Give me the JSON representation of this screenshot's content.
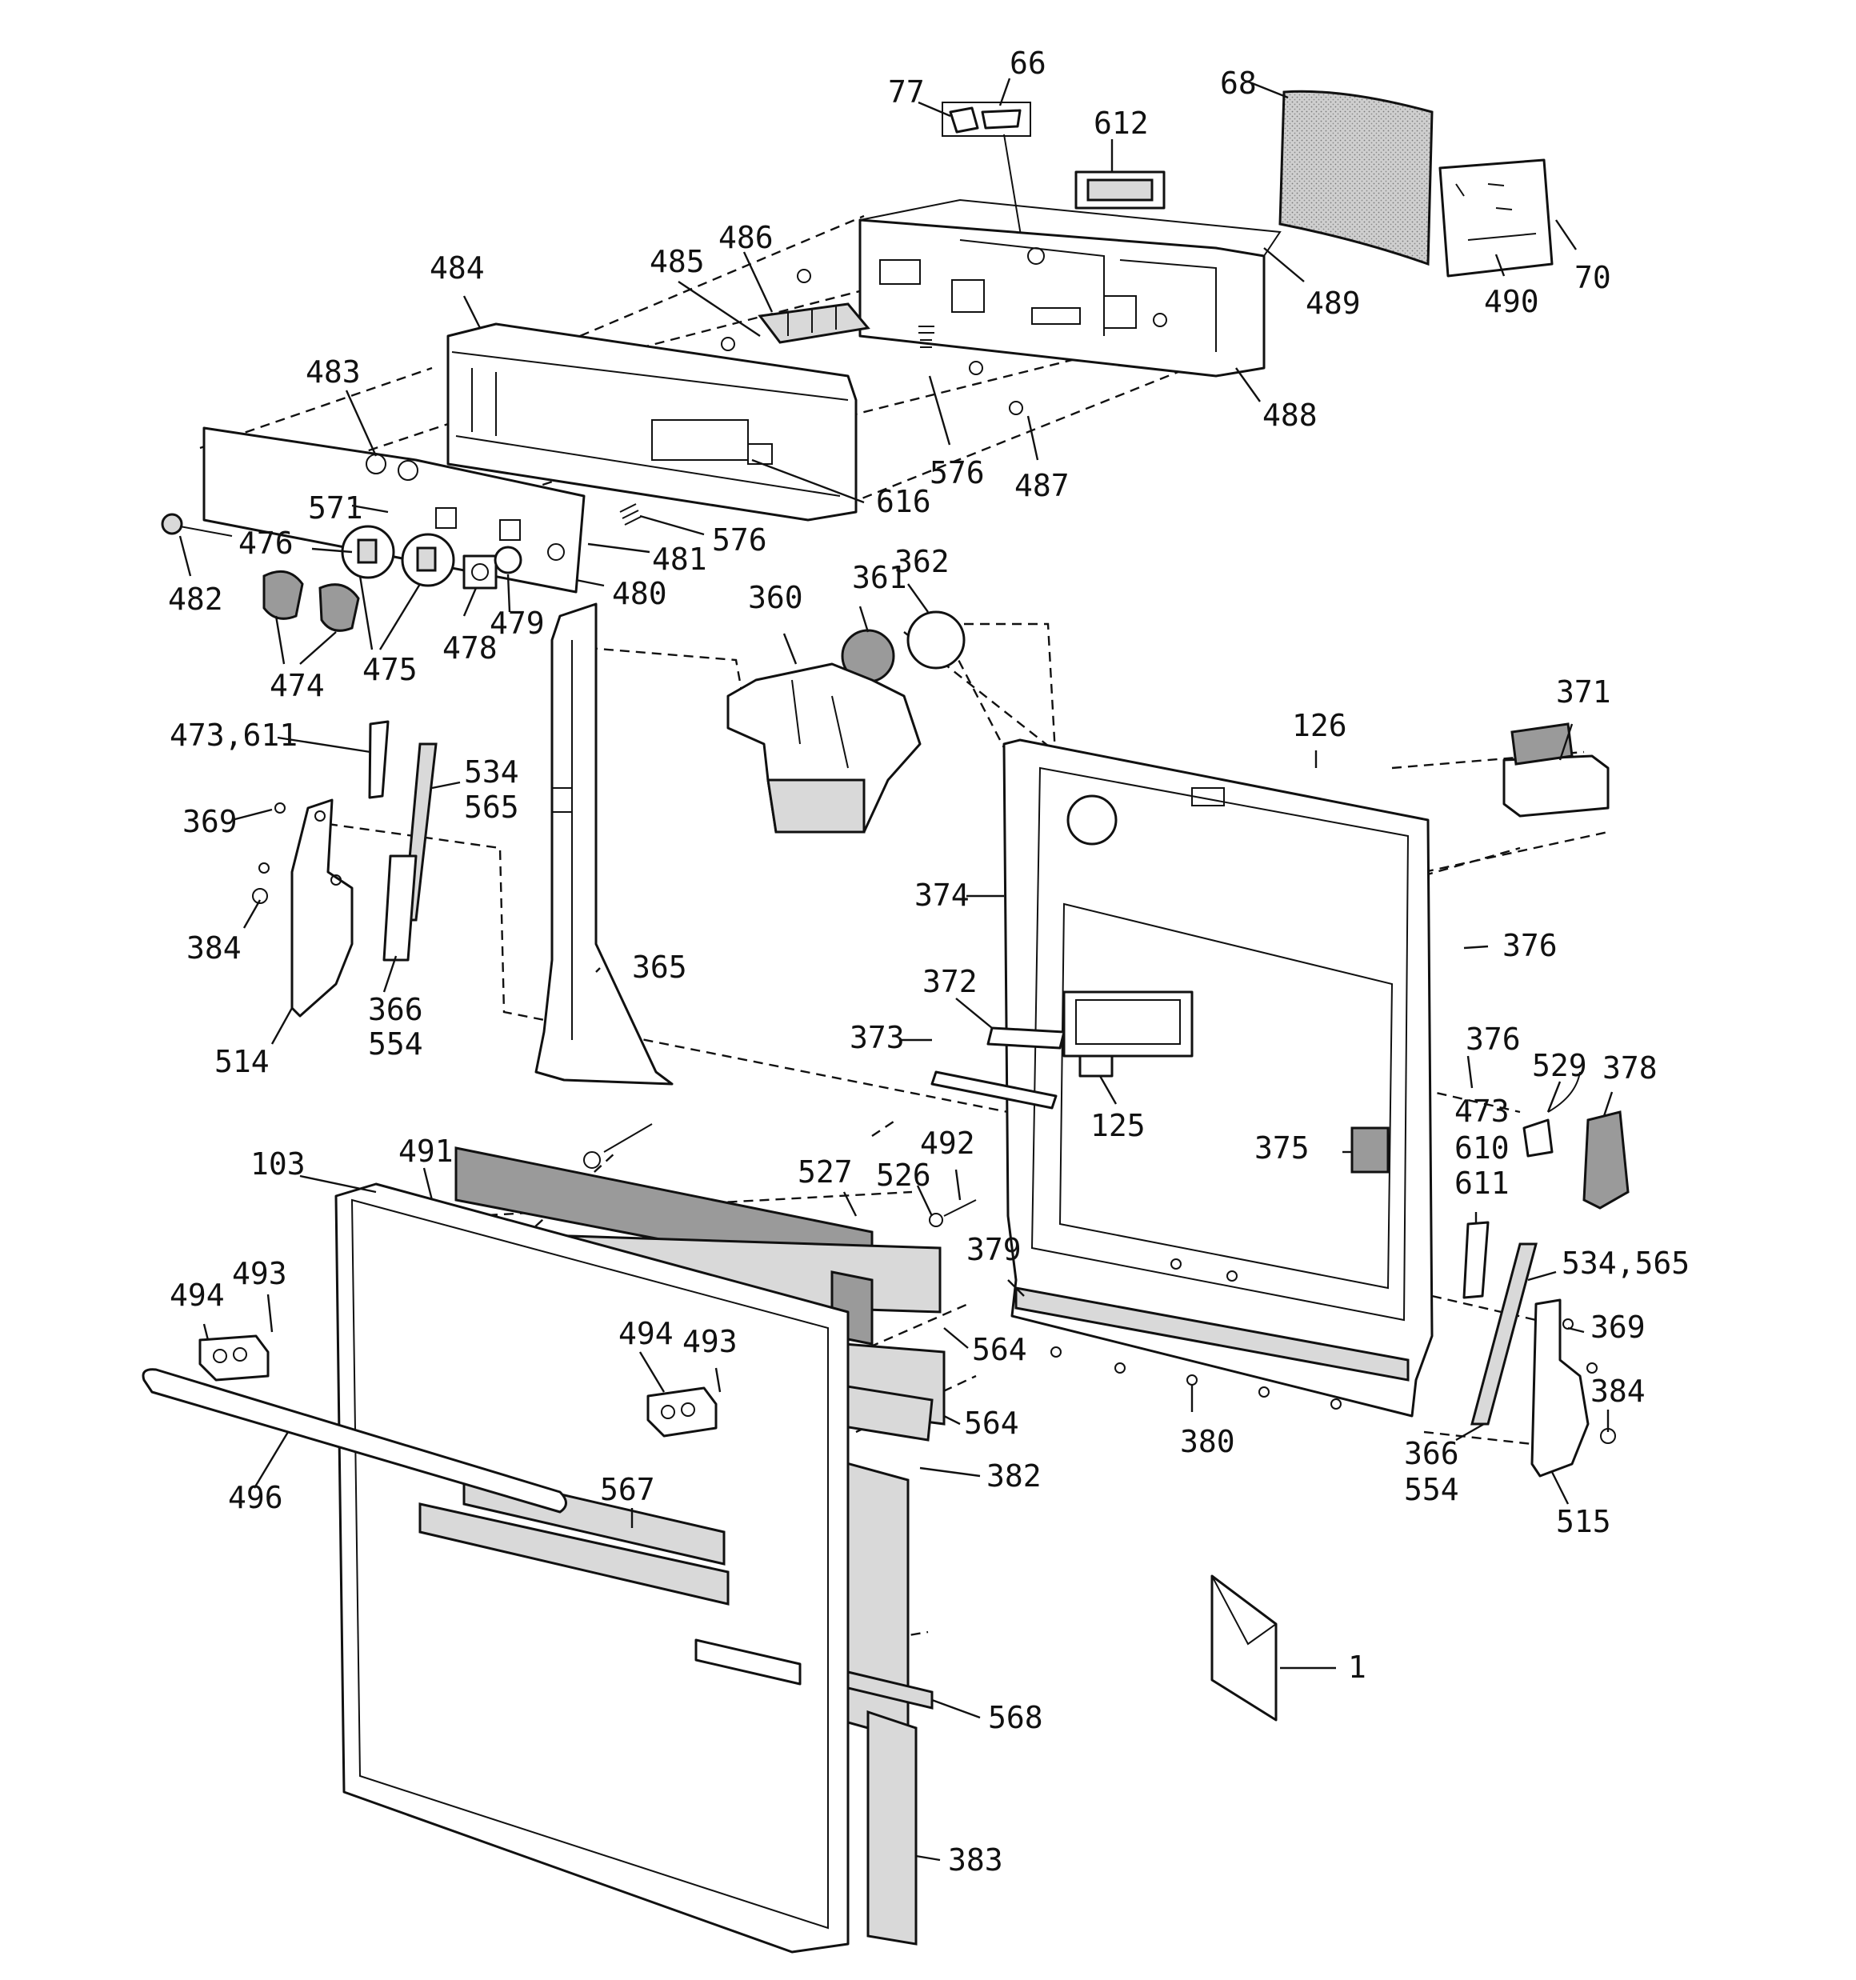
{
  "diagram": {
    "labels": {
      "l66": "66",
      "l77": "77",
      "l68": "68",
      "l612": "612",
      "l70": "70",
      "l490": "490",
      "l489": "489",
      "l486": "486",
      "l485": "485",
      "l484": "484",
      "l483": "483",
      "l488": "488",
      "l576a": "576",
      "l487": "487",
      "l616": "616",
      "l576b": "576",
      "l571": "571",
      "l476": "476",
      "l481": "481",
      "l482": "482",
      "l480": "480",
      "l479": "479",
      "l478": "478",
      "l475": "475",
      "l474": "474",
      "l362": "362",
      "l361": "361",
      "l360": "360",
      "l371": "371",
      "l126": "126",
      "l473_611": "473,611",
      "l534": "534",
      "l565": "565",
      "l369a": "369",
      "l384a": "384",
      "l374": "374",
      "l376a": "376",
      "l365": "365",
      "l366a": "366",
      "l554a": "554",
      "l514": "514",
      "l372": "372",
      "l373": "373",
      "l376b": "376",
      "l529": "529",
      "l378": "378",
      "l473b": "473",
      "l610": "610",
      "l611b": "611",
      "l125": "125",
      "l375": "375",
      "l103": "103",
      "l491": "491",
      "l527": "527",
      "l492": "492",
      "l526": "526",
      "l379": "379",
      "l534_565": "534,565",
      "l493a": "493",
      "l494a": "494",
      "l494b": "494",
      "l493b": "493",
      "l564a": "564",
      "l369b": "369",
      "l384b": "384",
      "l564b": "564",
      "l380": "380",
      "l382": "382",
      "l366b": "366",
      "l554b": "554",
      "l496": "496",
      "l567": "567",
      "l515": "515",
      "l1": "1",
      "l568": "568",
      "l383": "383"
    }
  }
}
